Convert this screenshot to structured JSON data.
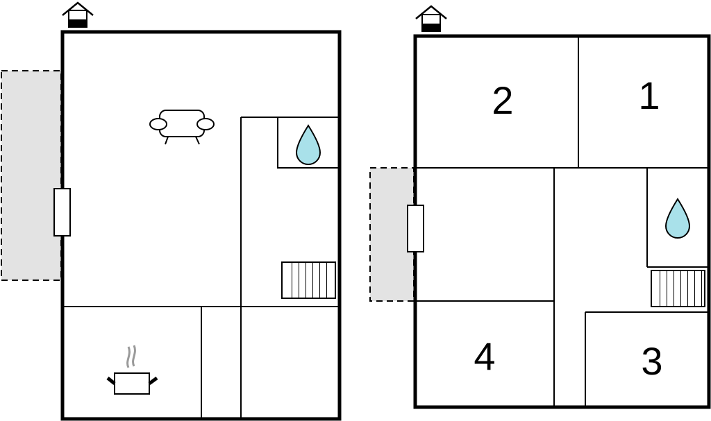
{
  "colors": {
    "wall": "#000000",
    "terrace": "#e3e3e3",
    "water": "#a9e1ea",
    "background": "#ffffff"
  },
  "floors": [
    {
      "icons": [
        "entrance-icon",
        "sofa-icon",
        "water-drop-icon",
        "stairs-icon",
        "cooking-pot-icon"
      ]
    },
    {
      "icons": [
        "entrance-icon",
        "water-drop-icon",
        "stairs-icon"
      ],
      "rooms": [
        {
          "label": "1"
        },
        {
          "label": "2"
        },
        {
          "label": "3"
        },
        {
          "label": "4"
        }
      ]
    }
  ]
}
